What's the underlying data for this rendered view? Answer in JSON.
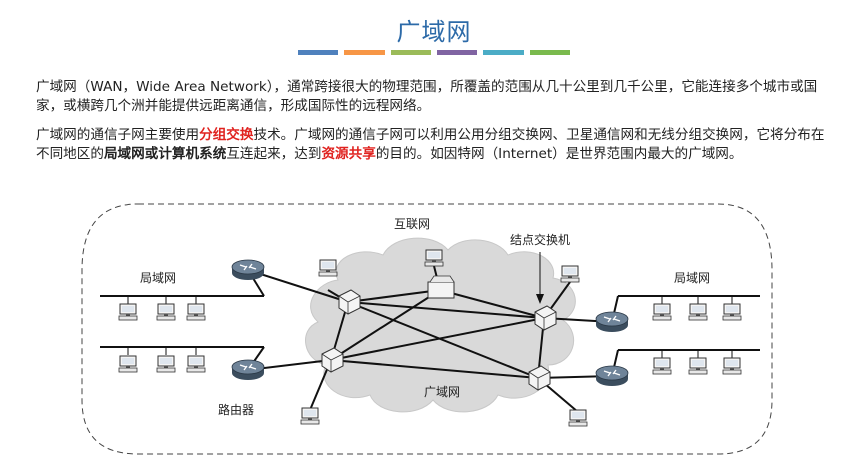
{
  "title": "广域网",
  "title_bar_colors": [
    "#4f81bd",
    "#f79646",
    "#9bbb59",
    "#8064a2",
    "#4bacc6",
    "#4bacc6"
  ],
  "paragraph1": "广域网（WAN，Wide Area Network），通常跨接很大的物理范围，所覆盖的范围从几十公里到几千公里，它能连接多个城市或国家，或横跨几个洲并能提供远距离通信，形成国际性的远程网络。",
  "paragraph2": {
    "s1": "广域网的通信子网主要使用",
    "h1": "分组交换",
    "s2": "技术。广域网的通信子网可以利用公用分组交换网、卫星通信网和无线分组交换网，它将分布在不同地区的",
    "h2": "局域网或计算机系统",
    "s3": "互连起来，达到",
    "h3": "资源共享",
    "s4": "的目的。如因特网（Internet）是世界范围内最大的广域网。"
  },
  "diagram": {
    "label_internet": "互联网",
    "label_node_switch": "结点交换机",
    "label_lan_left": "局域网",
    "label_lan_right": "局域网",
    "label_wan": "广域网",
    "label_router": "路由器"
  },
  "colors": {
    "title": "#2c6aa8",
    "highlight": "#e0221f",
    "cloud": "#d9d9d9"
  }
}
